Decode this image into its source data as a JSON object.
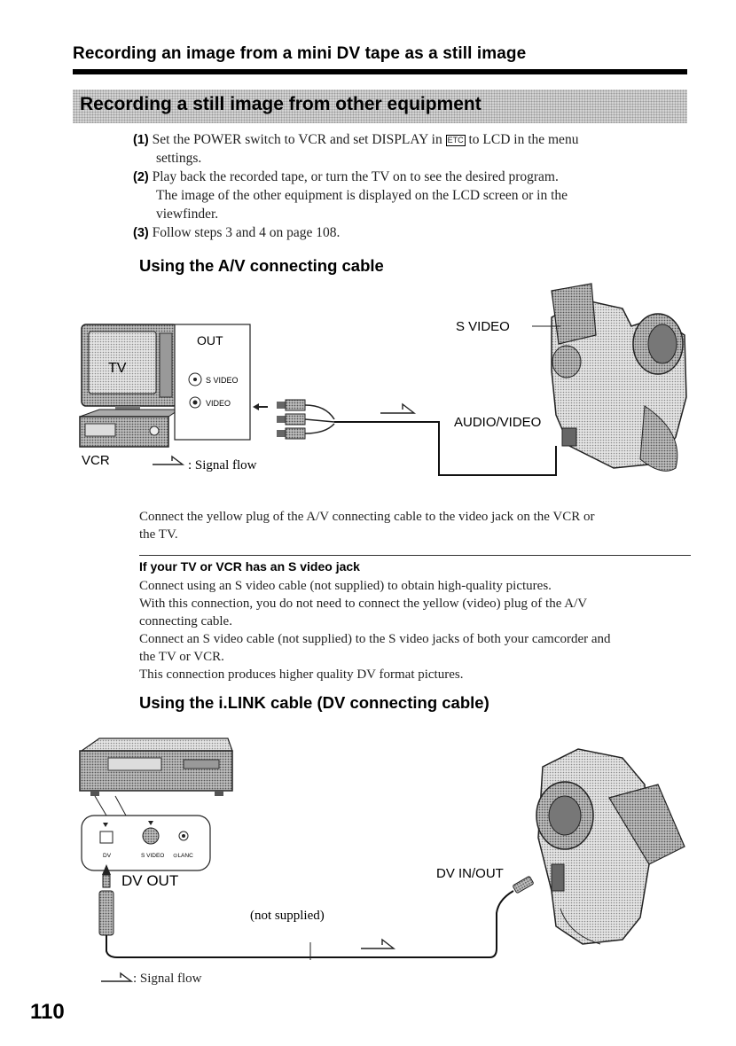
{
  "header": {
    "title": "Recording an image from a mini DV tape as a still image"
  },
  "section": {
    "title": "Recording a still image from other equipment"
  },
  "steps": [
    {
      "num": "(1)",
      "text_a": "Set the POWER switch to VCR and set DISPLAY in",
      "etc_icon": "ETC",
      "text_b": "to LCD in the menu",
      "text_c": "settings."
    },
    {
      "num": "(2)",
      "line1": "Play back the recorded tape, or turn the TV on to see the desired program.",
      "line2": "The image of the other equipment is displayed on the LCD screen or in the",
      "line3": "viewfinder."
    },
    {
      "num": "(3)",
      "text": "Follow steps 3 and 4 on page 108."
    }
  ],
  "av_section": {
    "title": "Using the A/V connecting cable",
    "diagram": {
      "out": "OUT",
      "tv": "TV",
      "s_video_jack": "S VIDEO",
      "video_jack": "VIDEO",
      "s_video": "S VIDEO",
      "audio_video": "AUDIO/VIDEO",
      "vcr": "VCR",
      "signal_flow": ": Signal flow"
    },
    "note_lines": [
      "Connect the yellow plug of the A/V connecting cable to the video jack on the VCR or",
      "the TV."
    ]
  },
  "s_video_note": {
    "heading": "If your TV or VCR has an S video jack",
    "lines": [
      "Connect using an S video cable (not supplied) to obtain high-quality pictures.",
      "With this connection, you do not need to connect the yellow (video) plug of the A/V",
      "connecting cable.",
      "Connect an S video cable (not supplied) to the S video jacks of both your camcorder and",
      "the TV or VCR.",
      "This connection produces higher quality DV format pictures."
    ]
  },
  "ilink_section": {
    "title": "Using the i.LINK cable (DV connecting cable)",
    "diagram": {
      "dv": "DV",
      "s_video_small": "S VIDEO",
      "lanc": "⊙LANC",
      "dv_out": "DV OUT",
      "dv_in_out": "DV IN/OUT",
      "not_supplied": "(not supplied)",
      "signal_flow": ": Signal flow"
    }
  },
  "page_number": "110"
}
